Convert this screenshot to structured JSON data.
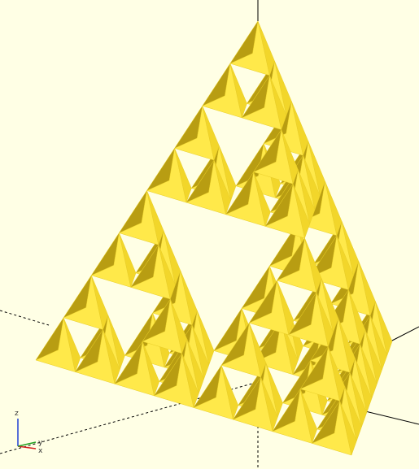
{
  "viewport": {
    "background": "#ffffe5",
    "render_mode": "preview",
    "model": "sierpinski-tetrahedron",
    "model_colors": {
      "face_light": "#ffe94a",
      "face_mid": "#f2d62a",
      "face_dark": "#b89d12",
      "face_shadow": "#8f7a0b",
      "edge": "#e8cd28"
    },
    "axes_color": "#000000"
  },
  "axes_indicator": {
    "labels": {
      "x": "x",
      "y": "y",
      "z": "z"
    },
    "colors": {
      "x": "#d42020",
      "y": "#20a020",
      "z": "#2040d4"
    }
  }
}
